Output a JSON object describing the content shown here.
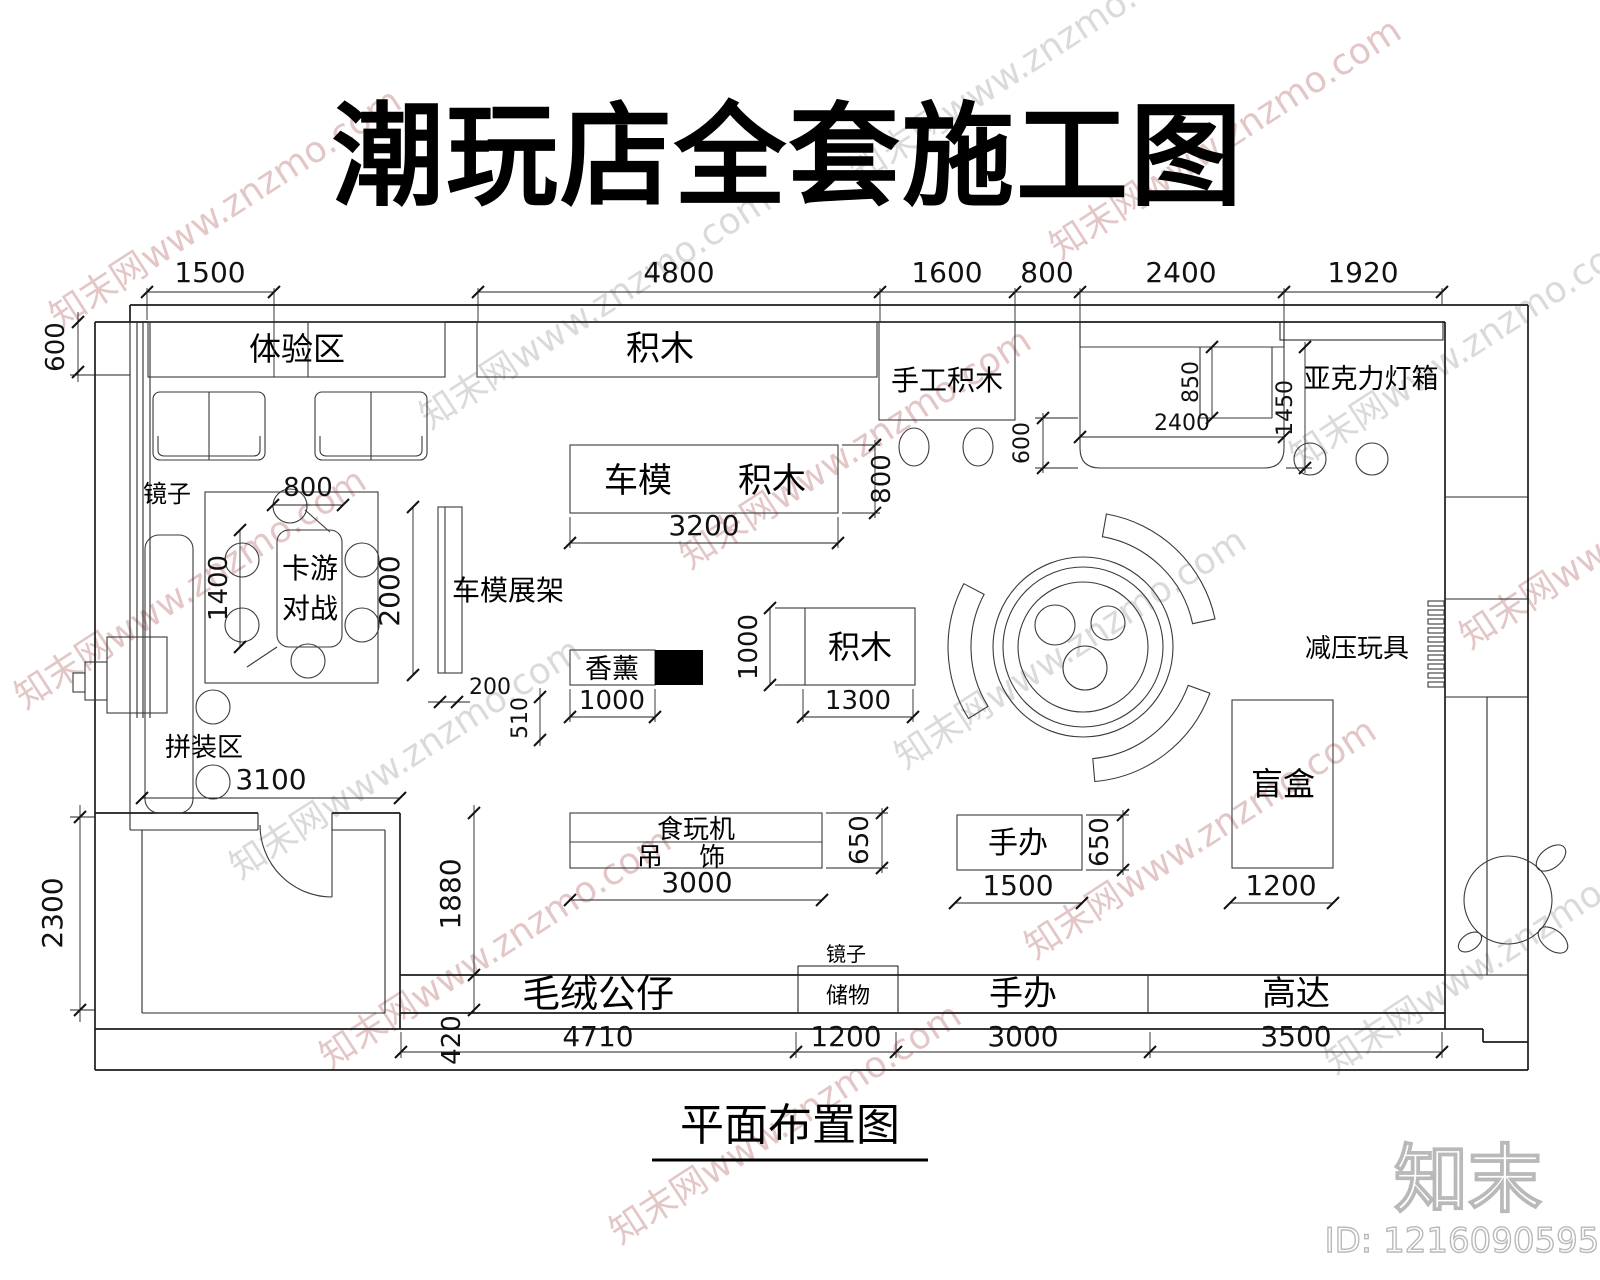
{
  "title": "潮玩店全套施工图",
  "caption": "平面布置图",
  "watermark": {
    "text": "知末网www.znzmo.com",
    "red": "#c98f8f",
    "gray": "#bdbdbd"
  },
  "logo": {
    "brand": "知末",
    "id_label": "ID: 1216090595"
  },
  "areas": {
    "tiyanqu": "体验区",
    "jimu_top": "积木",
    "shougong_jimu": "手工积木",
    "yakeli": "亚克力灯箱",
    "jingzi_left": "镜子",
    "kayou_line1": "卡游",
    "kayou_line2": "对战",
    "chemo_zhanjia": "车模展架",
    "chemo": "车模",
    "jimu_mid": "积木",
    "xiangxun": "香薰",
    "jimu_island": "积木",
    "jianya": "减压玩具",
    "pinzhuang": "拼装区",
    "mangke": "盲盒",
    "shiwanji": "食玩机",
    "diaoshi": "吊 饰",
    "shouban_island": "手办",
    "maorong": "毛绒公仔",
    "jingzi_bottom": "镜子",
    "chuwu": "储物",
    "shouban_bottom": "手办",
    "gaoda": "高达"
  },
  "dims": {
    "top": [
      "1500",
      "4800",
      "1600",
      "800",
      "2400",
      "1920"
    ],
    "left_600": "600",
    "left_2300": "2300",
    "kayou_w": "800",
    "kayou_h": "1400",
    "rack_h": "2000",
    "rack_off": "200",
    "gap_510": "510",
    "chemo_w": "3200",
    "chemo_h": "800",
    "xiangxun_w": "1000",
    "jimu_h": "1000",
    "jimu_w": "1300",
    "cash_inner": "850",
    "cash_gap": "600",
    "cash_w": "2400",
    "cash_h": "1450",
    "pinzhuang_w": "3100",
    "room_h": "1880",
    "shiwan_h": "650",
    "shiwan_w": "3000",
    "shouban_h": "650",
    "shouban_w": "1500",
    "mangke_w": "1200",
    "bottom_420": "420",
    "bottom": [
      "4710",
      "1200",
      "3000",
      "3500"
    ]
  }
}
